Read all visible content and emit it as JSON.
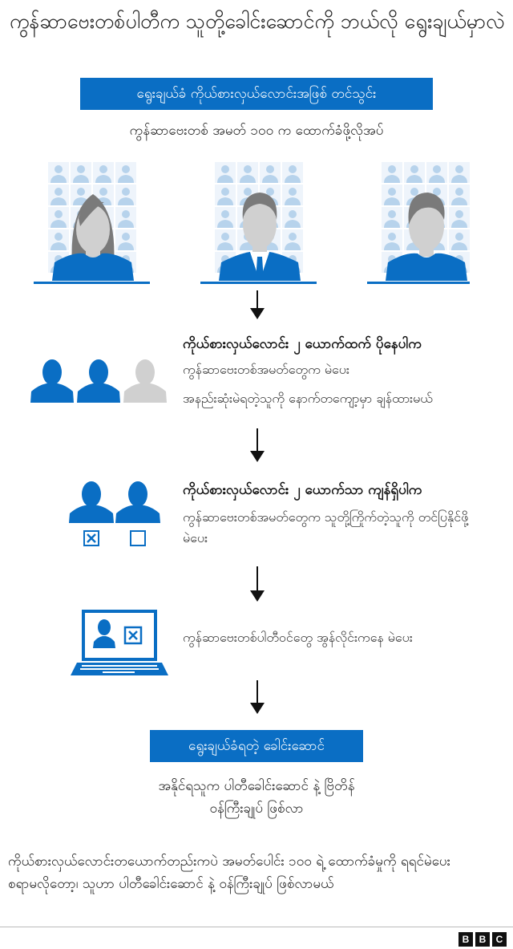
{
  "title": "ကွန်ဆာဗေးတစ်ပါတီက သူတို့ခေါင်းဆောင်ကို ဘယ်လို ရွေးချယ်မှာလဲ",
  "top_banner": "ရွေးချယ်ခံ ကိုယ်စားလှယ်လောင်းအဖြစ် တင်သွင်း",
  "nomination_text": "ကွန်ဆာဗေးတစ် အမတ် ၁၀၀ က ထောက်ခံဖို့လိုအပ်",
  "candidates": [
    {
      "type": "woman",
      "label": "candidate-1"
    },
    {
      "type": "man-suit",
      "label": "candidate-2"
    },
    {
      "type": "man",
      "label": "candidate-3"
    }
  ],
  "steps": [
    {
      "heading": "ကိုယ်စားလှယ်လောင်း ၂ ယောက်ထက် ပိုနေပါက",
      "lines": [
        "ကွန်ဆာဗေးတစ်အမတ်တွေက မဲပေး",
        "အနည်းဆုံးမဲရတဲ့သူကို နောက်တကျော့မှာ ချန်ထားမယ်"
      ]
    },
    {
      "heading": "ကိုယ်စားလှယ်လောင်း ၂ ယောက်သာ ကျန်ရှိပါက",
      "lines": [
        "ကွန်ဆာဗေးတစ်အမတ်တွေက သူတို့ကြိုက်တဲ့သူကို တင်ပြနိုင်ဖို့ မဲပေး"
      ]
    },
    {
      "heading": "",
      "lines": [
        "ကွန်ဆာဗေးတစ်ပါတီဝင်တွေ အွန်လိုင်းကနေ မဲပေး"
      ]
    }
  ],
  "result_banner": "ရွေးချယ်ခံရတဲ့ ခေါင်းဆောင်",
  "result_text": "အနိုင်ရသူက ပါတီခေါင်းဆောင် နဲ့ ဗြိတိန် ဝန်ကြီးချုပ် ဖြစ်လာ",
  "footnote": "ကိုယ်စားလှယ်လောင်းတယောက်တည်းကပဲ အမတ်ပေါင်း ၁၀၀ ရဲ့ ထောက်ခံမှုကို ရရင်မဲပေးစရာမလိုတော့၊ သူဟာ ပါတီခေါင်းဆောင် နဲ့ ဝန်ကြီးချုပ် ဖြစ်လာမယ်",
  "brand": [
    "B",
    "B",
    "C"
  ],
  "colors": {
    "accent_blue": "#0a6ec4",
    "light_blue": "#b7d3ec",
    "grey_face": "#d0d0d0",
    "grey_hair": "#7a7a7a"
  }
}
